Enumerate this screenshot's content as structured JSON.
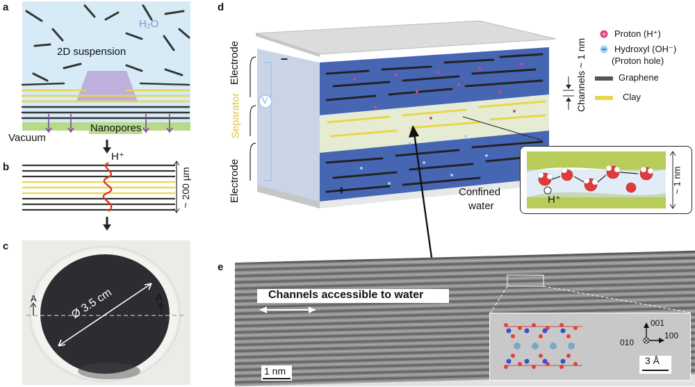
{
  "panels": {
    "a": {
      "label": "a",
      "water": "H₂O",
      "suspension": "2D suspension",
      "nanopores": "Nanopores",
      "vacuum": "Vacuum"
    },
    "b": {
      "label": "b",
      "proton": "H⁺",
      "thickness": "~ 200 µm"
    },
    "c": {
      "label": "c",
      "section_left": "A",
      "section_right": "A",
      "diameter": "Ø 3.5 cm"
    },
    "d": {
      "label": "d",
      "electrode_top": "Electrode",
      "separator": "Separator",
      "electrode_bottom": "Electrode",
      "minus": "–",
      "plus": "+",
      "voltage": "V",
      "channels": "Channels ~ 1 nm",
      "legend": {
        "proton": "Proton (H⁺)",
        "hydroxyl_line1": "Hydroxyl (OH⁻)",
        "hydroxyl_line2": "(Proton hole)",
        "graphene": "Graphene",
        "clay": "Clay"
      },
      "inset": {
        "confined": "Confined",
        "water": "water",
        "proton": "H⁺",
        "height": "~ 1 nm"
      }
    },
    "e": {
      "label": "e",
      "channels_text": "Channels accessible to water",
      "scale": "1 nm",
      "axis_001": "001",
      "axis_010": "010",
      "axis_100": "100",
      "inset_scale": "3 Å"
    }
  }
}
